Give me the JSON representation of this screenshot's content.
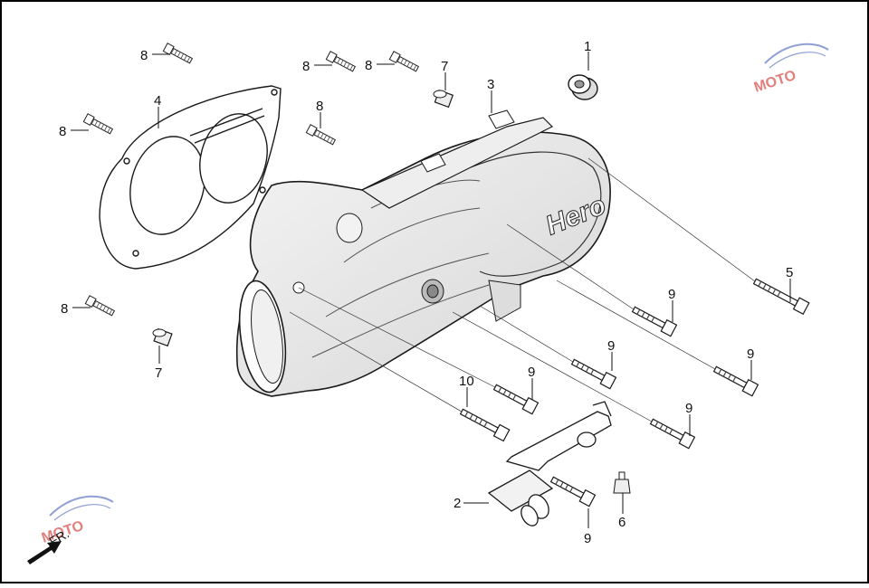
{
  "diagram": {
    "callouts": [
      {
        "id": "c1",
        "label": "1"
      },
      {
        "id": "c2",
        "label": "2"
      },
      {
        "id": "c3",
        "label": "3"
      },
      {
        "id": "c4",
        "label": "4"
      },
      {
        "id": "c5",
        "label": "5"
      },
      {
        "id": "c6",
        "label": "6"
      },
      {
        "id": "c7a",
        "label": "7"
      },
      {
        "id": "c7b",
        "label": "7"
      },
      {
        "id": "c8a",
        "label": "8"
      },
      {
        "id": "c8b",
        "label": "8"
      },
      {
        "id": "c8c",
        "label": "8"
      },
      {
        "id": "c8d",
        "label": "8"
      },
      {
        "id": "c8e",
        "label": "8"
      },
      {
        "id": "c8f",
        "label": "8"
      },
      {
        "id": "c9a",
        "label": "9"
      },
      {
        "id": "c9b",
        "label": "9"
      },
      {
        "id": "c9c",
        "label": "9"
      },
      {
        "id": "c9d",
        "label": "9"
      },
      {
        "id": "c9e",
        "label": "9"
      },
      {
        "id": "c9f",
        "label": "9"
      },
      {
        "id": "c10",
        "label": "10"
      }
    ],
    "cover_brand": "Hero",
    "direction_label": "FR.",
    "watermark_text": "MOTO",
    "colors": {
      "line": "#1a1a1a",
      "border": "#000000",
      "watermark_red": "#d9534f",
      "watermark_blue": "#6b7fc8"
    }
  }
}
